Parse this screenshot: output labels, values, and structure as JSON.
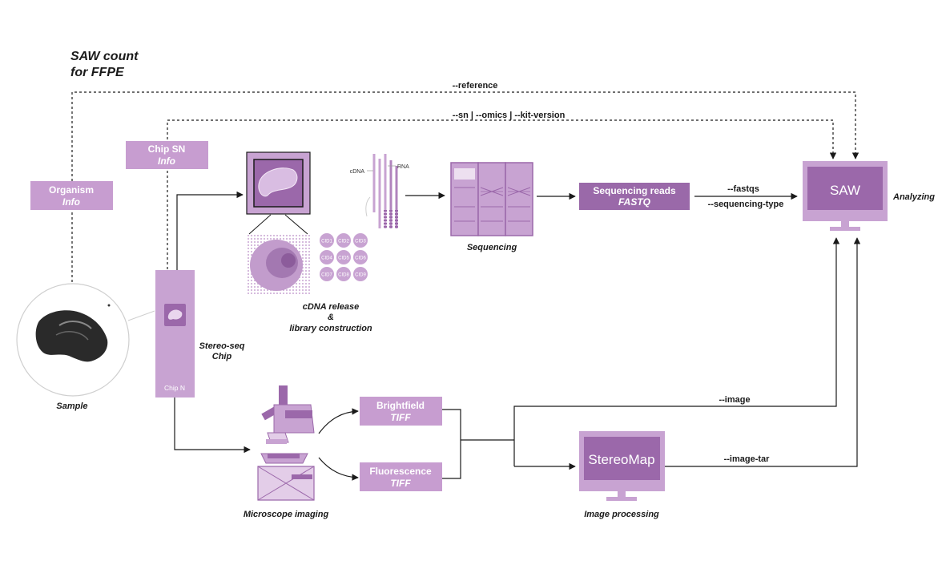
{
  "title": {
    "line1": "SAW count",
    "line2": "for FFPE"
  },
  "params": {
    "reference": "--reference",
    "sn_omics_kit": "--sn  | --omics | --kit-version",
    "fastqs": "--fastqs",
    "sequencing_type": "--sequencing-type",
    "image": "--image",
    "image_tar": "--image-tar"
  },
  "boxes": {
    "organism": {
      "line1": "Organism",
      "line2": "Info"
    },
    "chip_sn": {
      "line1": "Chip SN",
      "line2": "Info"
    },
    "seq_reads": {
      "line1": "Sequencing reads",
      "line2": "FASTQ"
    },
    "brightfield": {
      "line1": "Brightfield",
      "line2": "TIFF"
    },
    "fluorescence": {
      "line1": "Fluorescence",
      "line2": "TIFF"
    }
  },
  "screens": {
    "saw": "SAW",
    "stereomap": "StereoMap"
  },
  "labels": {
    "sample": "Sample",
    "chip_line1": "Stereo-seq",
    "chip_line2": "Chip",
    "chip_n": "Chip N",
    "cdna_line1": "cDNA release",
    "cdna_line2": "&",
    "cdna_line3": "library construction",
    "sequencing": "Sequencing",
    "analyzing": "Analyzing",
    "microscope": "Microscope imaging",
    "image_processing": "Image processing",
    "cdna": "cDNA",
    "rna": "RNA"
  },
  "cids": [
    "CID1",
    "CID2",
    "CID3",
    "CID4",
    "CID5",
    "CID6",
    "CID7",
    "CID8",
    "CID9"
  ],
  "colors": {
    "box": "#c79dd0",
    "box_dark": "#9a69a9",
    "screen_frame": "#c8a3d2",
    "screen_inner": "#9b68aa",
    "light": "#e3cde8",
    "line": "#1a1a1a"
  }
}
